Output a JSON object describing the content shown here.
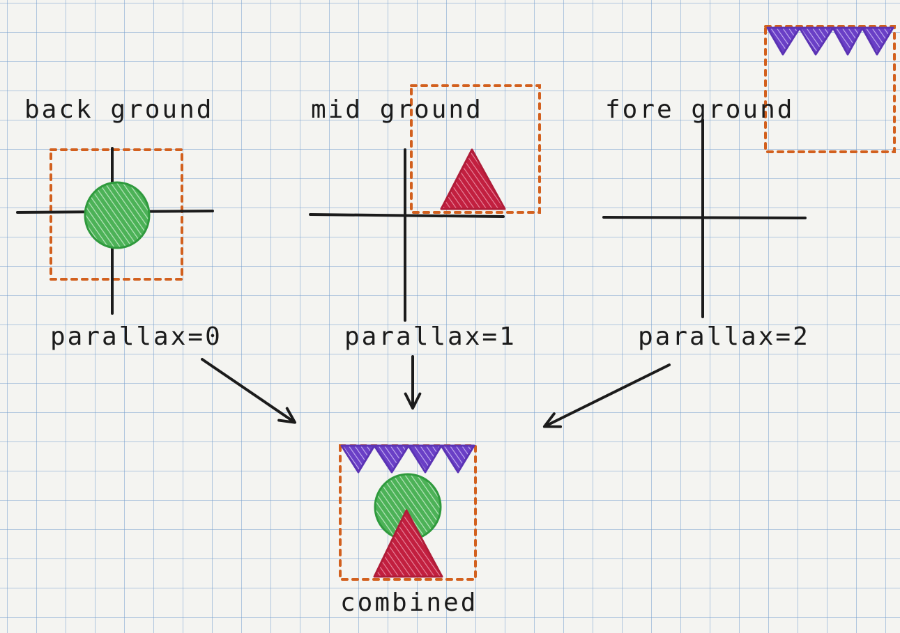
{
  "colors": {
    "ink": "#1b1b1b",
    "bounds": "#d2601e",
    "circle": "#2f9a3d",
    "triangle": "#c21f3f",
    "zigzag": "#6a3fc6"
  },
  "layers": [
    {
      "id": "background",
      "title": "back ground",
      "parallax_label": "parallax=0",
      "parallax": 0,
      "shape": "circle"
    },
    {
      "id": "midground",
      "title": "mid ground",
      "parallax_label": "parallax=1",
      "parallax": 1,
      "shape": "triangle"
    },
    {
      "id": "foreground",
      "title": "fore ground",
      "parallax_label": "parallax=2",
      "parallax": 2,
      "shape": "zigzag"
    }
  ],
  "combined": {
    "title": "combined"
  }
}
